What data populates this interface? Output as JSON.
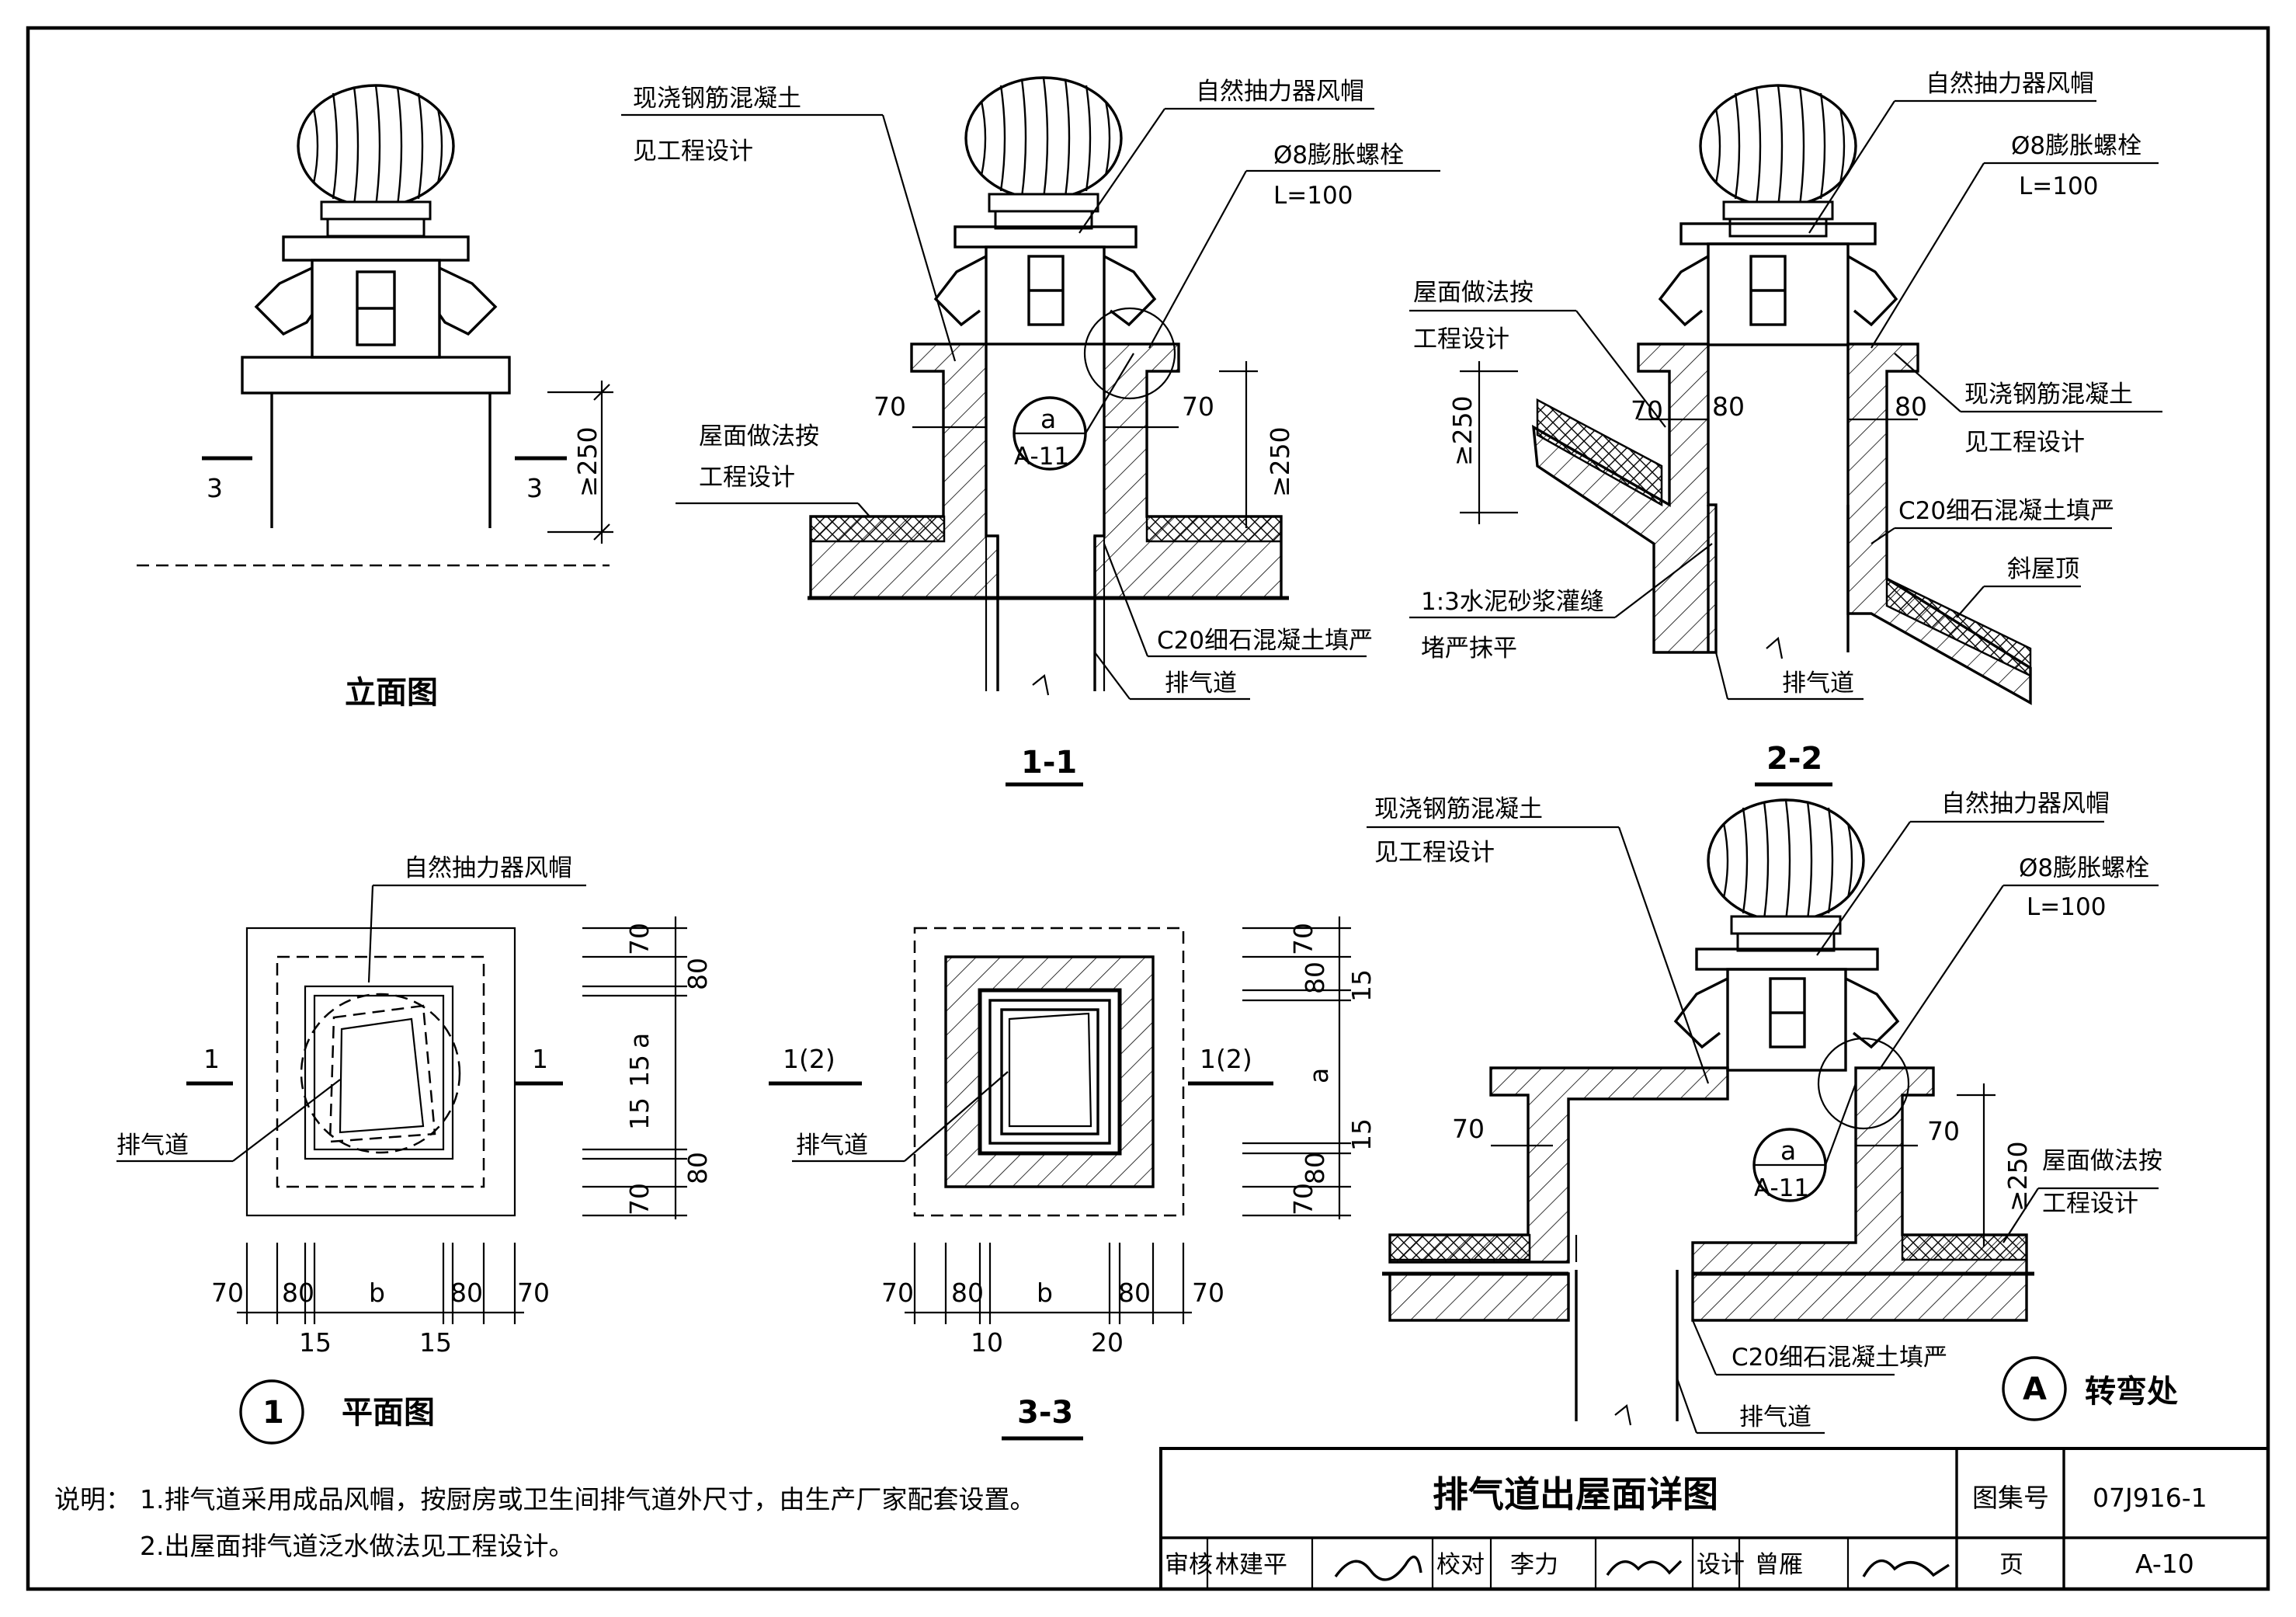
{
  "views": {
    "elevation": {
      "caption": "立面图",
      "section_mark": "3",
      "dim": "≥250"
    },
    "section_1_1": {
      "caption": "1-1",
      "labels": {
        "concrete_l1": "现浇钢筋混凝土",
        "concrete_l2": "见工程设计",
        "cap": "自然抽力器风帽",
        "bolt": "Ø8膨胀螺栓",
        "bolt_len": "L=100",
        "roof_l1": "屋面做法按",
        "roof_l2": "工程设计",
        "fill": "C20细石混凝土填严",
        "duct": "排气道"
      },
      "detail_ref": {
        "top": "a",
        "bottom": "A-11"
      },
      "dims": {
        "left": "70",
        "right": "70",
        "height": "≥250"
      }
    },
    "section_2_2": {
      "caption": "2-2",
      "labels": {
        "cap": "自然抽力器风帽",
        "bolt": "Ø8膨胀螺栓",
        "bolt_len": "L=100",
        "roof_l1": "屋面做法按",
        "roof_l2": "工程设计",
        "concrete_l1": "现浇钢筋混凝土",
        "concrete_l2": "见工程设计",
        "fill": "C20细石混凝土填严",
        "slope": "斜屋顶",
        "mortar_l1": "1:3水泥砂浆灌缝",
        "mortar_l2": "堵严抹平",
        "duct": "排气道"
      },
      "dims": {
        "height": "≥250",
        "d70": "70",
        "d80a": "80",
        "d80b": "80"
      }
    },
    "plan": {
      "circle_num": "1",
      "caption": "平面图",
      "section_mark": "1",
      "labels": {
        "cap": "自然抽力器风帽",
        "duct": "排气道"
      },
      "vdims": [
        "70",
        "80",
        "a",
        "15",
        "15",
        "80",
        "70"
      ],
      "hdims": [
        "70",
        "80",
        "b",
        "80",
        "70"
      ],
      "hdims_small": [
        "15",
        "15"
      ]
    },
    "section_3_3": {
      "caption": "3-3",
      "section_mark": "1(2)",
      "labels": {
        "duct": "排气道"
      },
      "vdims": [
        "70",
        "80",
        "15",
        "a",
        "15",
        "80",
        "70"
      ],
      "hdims": [
        "70",
        "80",
        "b",
        "80",
        "70"
      ],
      "hdims_small": [
        "10",
        "20"
      ]
    },
    "detail_A": {
      "circle_letter": "A",
      "caption": "转弯处",
      "labels": {
        "concrete_l1": "现浇钢筋混凝土",
        "concrete_l2": "见工程设计",
        "cap": "自然抽力器风帽",
        "bolt": "Ø8膨胀螺栓",
        "bolt_len": "L=100",
        "roof_l1": "屋面做法按",
        "roof_l2": "工程设计",
        "fill": "C20细石混凝土填严",
        "duct": "排气道"
      },
      "detail_ref": {
        "top": "a",
        "bottom": "A-11"
      },
      "dims": {
        "left": "70",
        "right": "70",
        "height": "≥250"
      }
    }
  },
  "notes": {
    "prefix": "说明：",
    "line1": "1.排气道采用成品风帽，按厨房或卫生间排气道外尺寸，由生产厂家配套设置。",
    "line2": "2.出屋面排气道泛水做法见工程设计。"
  },
  "title_block": {
    "title": "排气道出屋面详图",
    "atlas_label": "图集号",
    "atlas_value": "07J916-1",
    "review_label": "审核",
    "review_name": "林建平",
    "check_label": "校对",
    "check_name": "李力",
    "design_label": "设计",
    "design_name": "曾雁",
    "page_label": "页",
    "page_value": "A-10"
  }
}
